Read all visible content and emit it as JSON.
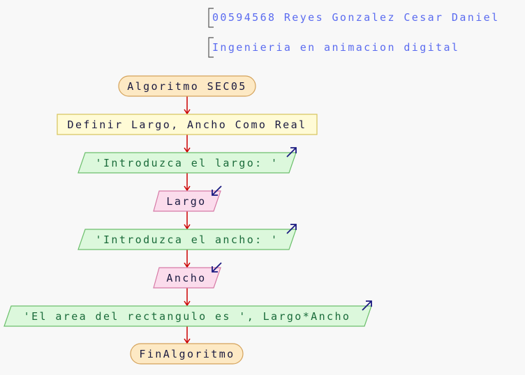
{
  "comments": {
    "author": "00594568 Reyes Gonzalez Cesar Daniel",
    "career": "Ingenieria en animacion digital"
  },
  "flow": {
    "start": "Algoritmo SEC05",
    "define": "Definir Largo, Ancho Como Real",
    "output1": "'Introduzca el largo: '",
    "input1": "Largo",
    "output2": "'Introduzca el ancho: '",
    "input2": "Ancho",
    "output3": "'El area del rectangulo es ', Largo*Ancho",
    "end": "FinAlgoritmo"
  },
  "colors": {
    "terminal_fill": "#fde9c4",
    "terminal_stroke": "#d4a25a",
    "process_fill": "#fffbd6",
    "process_stroke": "#d6c45a",
    "output_fill": "#dcf8dc",
    "output_stroke": "#6cbf6c",
    "input_fill": "#fbdcec",
    "input_stroke": "#d67aa6",
    "connector": "#cc0000",
    "io_arrow": "#1a1a80",
    "comment_bracket": "#555555"
  }
}
